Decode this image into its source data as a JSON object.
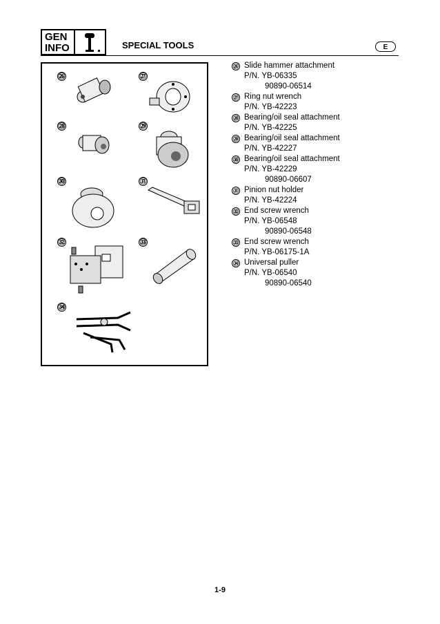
{
  "header": {
    "section_line1": "GEN",
    "section_line2": "INFO",
    "icon": "outboard-motor-icon",
    "title": "SPECIAL TOOLS",
    "language": "E"
  },
  "figures": [
    {
      "num": "㉖"
    },
    {
      "num": "㉗"
    },
    {
      "num": "㉘"
    },
    {
      "num": "㉙"
    },
    {
      "num": "㉚"
    },
    {
      "num": "㉛"
    },
    {
      "num": "㉜"
    },
    {
      "num": "㉝"
    },
    {
      "num": "㉞"
    }
  ],
  "items": [
    {
      "num": "㉖",
      "name": "Slide hammer attachment",
      "pn": "P/N.  YB-06335",
      "alt": "90890-06514"
    },
    {
      "num": "㉗",
      "name": "Ring nut wrench",
      "pn": "P/N.  YB-42223",
      "alt": ""
    },
    {
      "num": "㉘",
      "name": "Bearing/oil seal attachment",
      "pn": "P/N.  YB-42225",
      "alt": ""
    },
    {
      "num": "㉙",
      "name": "Bearing/oil seal attachment",
      "pn": "P/N.  YB-42227",
      "alt": ""
    },
    {
      "num": "㉚",
      "name": "Bearing/oil seal attachment",
      "pn": "P/N.  YB-42229",
      "alt": "90890-06607"
    },
    {
      "num": "㉛",
      "name": "Pinion nut holder",
      "pn": "P/N.  YB-42224",
      "alt": ""
    },
    {
      "num": "㉜",
      "name": "End screw wrench",
      "pn": "P/N.  YB-06548",
      "alt": "90890-06548"
    },
    {
      "num": "㉝",
      "name": "End screw wrench",
      "pn": "P/N.  YB-06175-1A",
      "alt": ""
    },
    {
      "num": "㉞",
      "name": "Universal puller",
      "pn": "P/N.  YB-06540",
      "alt": "90890-06540"
    }
  ],
  "footer": {
    "page": "1-9"
  }
}
